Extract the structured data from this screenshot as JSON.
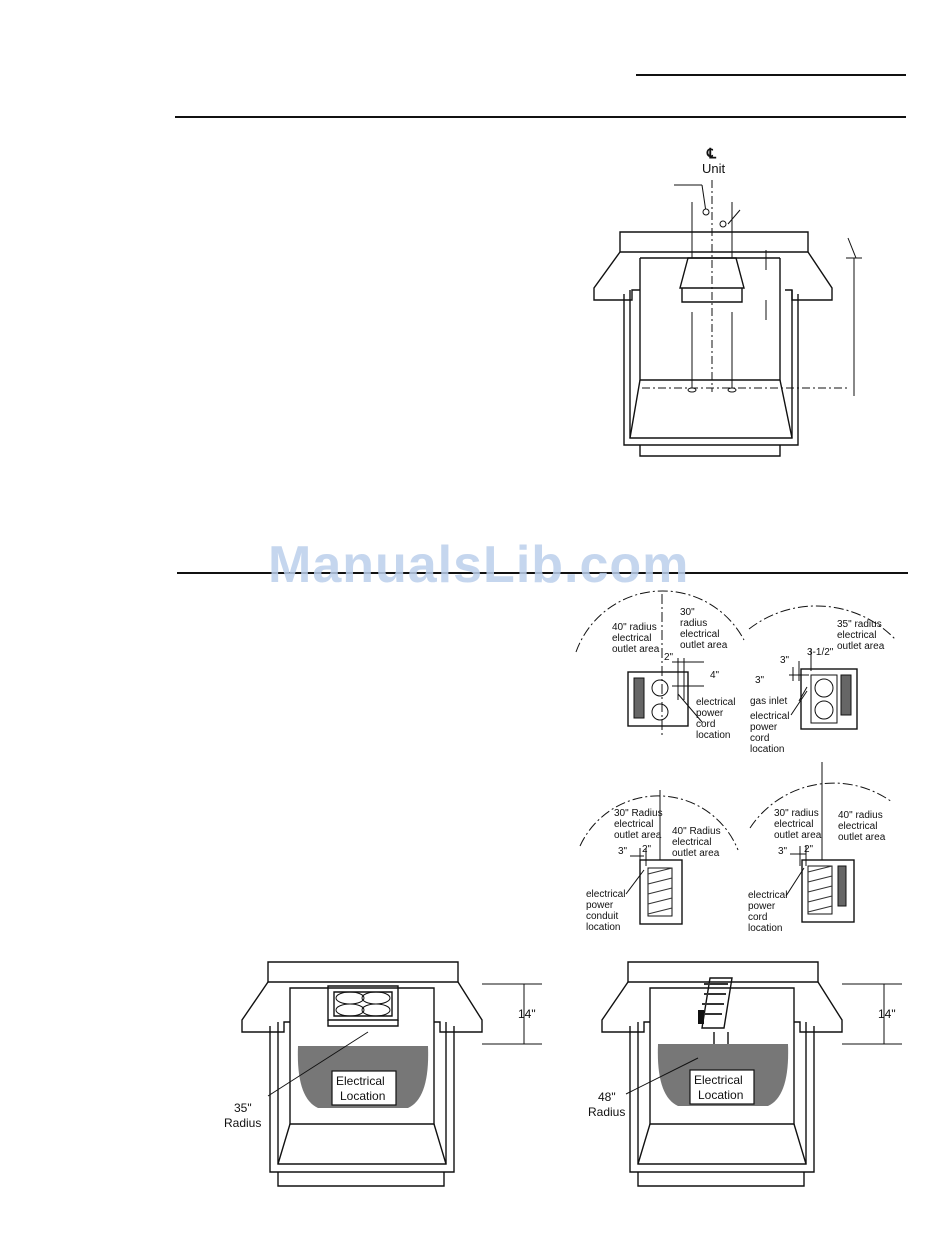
{
  "watermark": "ManualsLib.com",
  "diagram_top": {
    "centerline_symbol": "℄",
    "centerline_label": "Unit"
  },
  "outlet_diagrams": {
    "d1": {
      "r40": [
        "40\" radius",
        "electrical",
        "outlet area"
      ],
      "r30": [
        "30\"",
        "radius",
        "electrical",
        "outlet area"
      ],
      "dim_2": "2\"",
      "dim_4": "4\"",
      "cord": [
        "electrical",
        "power",
        "cord",
        "location"
      ]
    },
    "d2": {
      "r35": [
        "35\" radius",
        "electrical",
        "outlet area"
      ],
      "dim_3a": "3\"",
      "dim_3b": "3\"",
      "dim_312": "3-1/2\"",
      "gas": "gas inlet",
      "cord": [
        "electrical",
        "power",
        "cord",
        "location"
      ]
    },
    "d3": {
      "r30": [
        "30\" Radius",
        "electrical",
        "outlet area"
      ],
      "r40": [
        "40\" Radius",
        "electrical",
        "outlet area"
      ],
      "dim_3": "3\"",
      "dim_2": "2\"",
      "conduit": [
        "electrical",
        "power",
        "conduit",
        "location"
      ]
    },
    "d4": {
      "r30": [
        "30\" radius",
        "electrical",
        "outlet area"
      ],
      "r40": [
        "40\" radius",
        "electrical",
        "outlet area"
      ],
      "dim_3": "3\"",
      "dim_2": "2\"",
      "cord": [
        "electrical",
        "power",
        "cord",
        "location"
      ]
    }
  },
  "cabinet_left": {
    "location": [
      "Electrical",
      "Location"
    ],
    "radius": [
      "35\"",
      "Radius"
    ],
    "dim": "14\""
  },
  "cabinet_right": {
    "location": [
      "Electrical",
      "Location"
    ],
    "radius": [
      "48\"",
      "Radius"
    ],
    "dim": "14\""
  }
}
